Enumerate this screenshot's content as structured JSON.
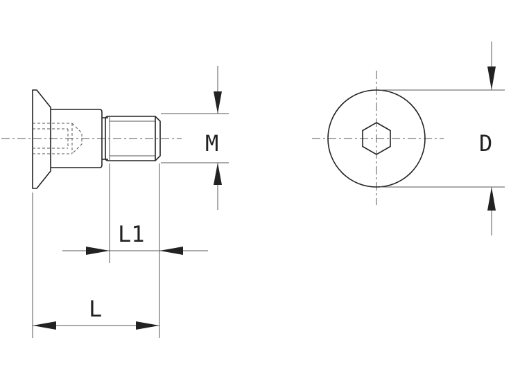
{
  "labels": {
    "M": "M",
    "L1": "L1",
    "L": "L",
    "D": "D"
  },
  "colors": {
    "line": "#222222",
    "background": "#ffffff"
  }
}
